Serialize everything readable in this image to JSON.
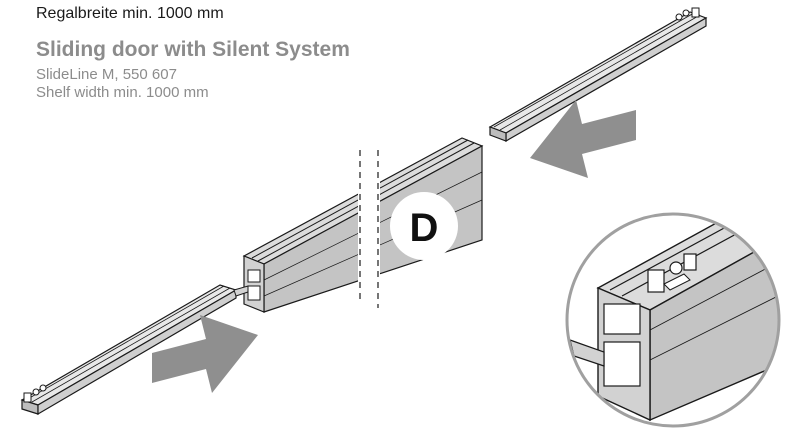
{
  "header": {
    "german_line": "Regalbreite min. 1000 mm"
  },
  "product": {
    "title": "Sliding door with Silent System",
    "model": "SlideLine M, 550 607",
    "shelf_width": "Shelf width min. 1000 mm"
  },
  "illustration": {
    "step_label": "D",
    "colors": {
      "arrow": "#8f8f8f",
      "rail": "#c9c9c9",
      "rail_dark": "#a8a8a8",
      "outline": "#1a1a1a"
    }
  }
}
